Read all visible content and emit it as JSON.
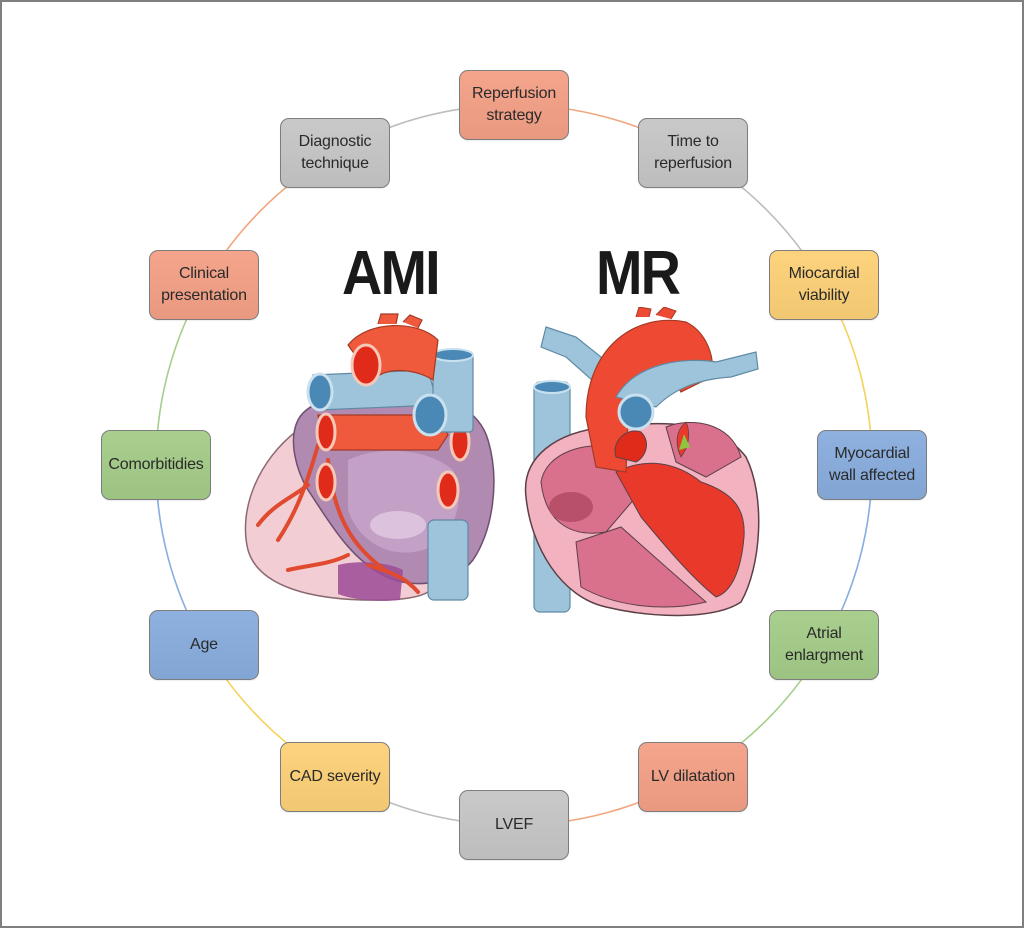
{
  "titles": {
    "left": "AMI",
    "right": "MR"
  },
  "palette": {
    "salmon": "#f4a58c",
    "gray": "#c9c9c9",
    "yellow": "#fdd37e",
    "blue": "#8eb1df",
    "green": "#a9cf8f"
  },
  "nodes": [
    {
      "id": "reperfusion-strategy",
      "lines": [
        "Reperfusion",
        "strategy"
      ],
      "color": "salmon",
      "angle_deg": 0
    },
    {
      "id": "time-to-reperfusion",
      "lines": [
        "Time to",
        "reperfusion"
      ],
      "color": "gray",
      "angle_deg": 30
    },
    {
      "id": "miocardial-viability",
      "lines": [
        "Miocardial",
        "viability"
      ],
      "color": "yellow",
      "angle_deg": 60
    },
    {
      "id": "myocardial-wall-affected",
      "lines": [
        "Myocardial",
        "wall affected"
      ],
      "color": "blue",
      "angle_deg": 90
    },
    {
      "id": "atrial-enlargment",
      "lines": [
        "Atrial",
        "enlargment"
      ],
      "color": "green",
      "angle_deg": 120
    },
    {
      "id": "lv-dilatation",
      "lines": [
        "LV dilatation"
      ],
      "color": "salmon",
      "angle_deg": 150
    },
    {
      "id": "lvef",
      "lines": [
        "LVEF"
      ],
      "color": "gray",
      "angle_deg": 180
    },
    {
      "id": "cad-severity",
      "lines": [
        "CAD severity"
      ],
      "color": "yellow",
      "angle_deg": 210
    },
    {
      "id": "age",
      "lines": [
        "Age"
      ],
      "color": "blue",
      "angle_deg": 240
    },
    {
      "id": "comorbitidies",
      "lines": [
        "Comorbitidies"
      ],
      "color": "green",
      "angle_deg": 270
    },
    {
      "id": "clinical-presentation",
      "lines": [
        "Clinical",
        "presentation"
      ],
      "color": "salmon",
      "angle_deg": 300
    },
    {
      "id": "diagnostic-technique",
      "lines": [
        "Diagnostic",
        "technique"
      ],
      "color": "gray",
      "angle_deg": 330
    }
  ],
  "illustrations": [
    {
      "id": "ami-heart",
      "description": "External heart with infarcted apex"
    },
    {
      "id": "mr-heart",
      "description": "Sectioned heart with mitral regurgitation jet"
    }
  ]
}
